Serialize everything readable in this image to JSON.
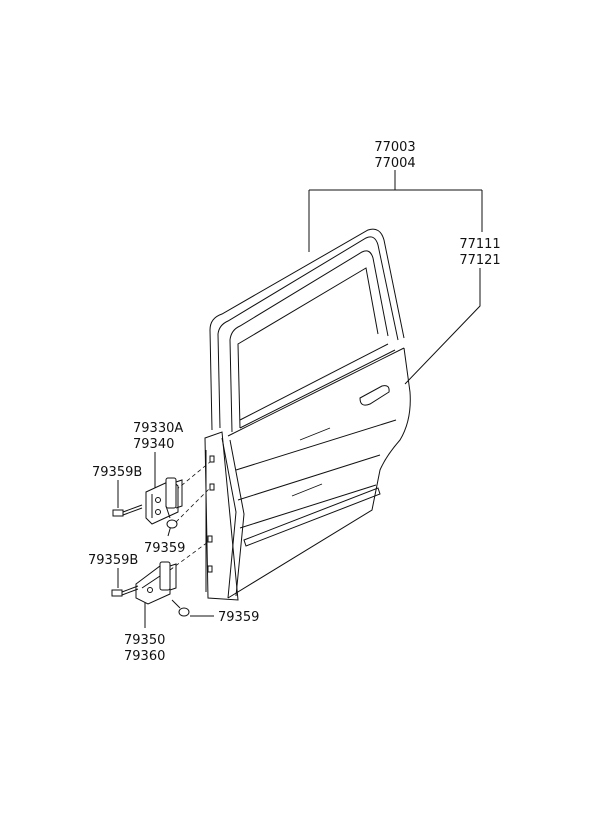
{
  "labels": {
    "door_top": "77003",
    "door_bottom": "77004",
    "panel_top": "77111",
    "panel_bottom": "77121",
    "upper_hinge_top": "79330A",
    "upper_hinge_bottom": "79340",
    "upper_bolt": "79359B",
    "upper_screw": "79359",
    "lower_bolt": "79359B",
    "lower_screw": "79359",
    "lower_hinge_top": "79350",
    "lower_hinge_bottom": "79360"
  }
}
